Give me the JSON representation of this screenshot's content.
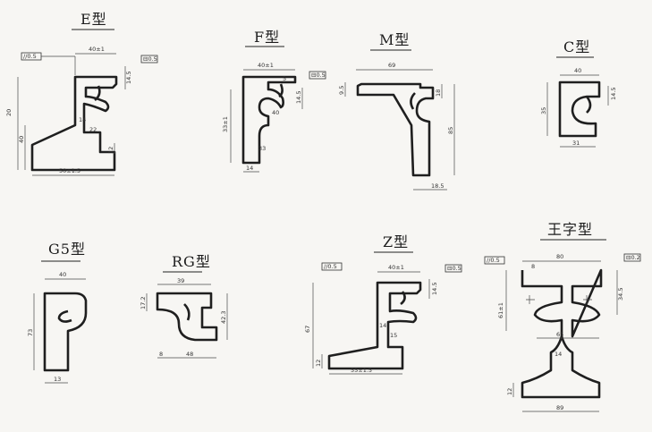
{
  "profiles": {
    "E": {
      "title": "E型",
      "dims": [
        "40±1",
        "14.5",
        "20",
        "40",
        "14",
        "22",
        "12",
        "50±1.5"
      ],
      "tags": [
        "//0.5",
        "⊟0.5"
      ]
    },
    "F": {
      "title": "F型",
      "dims": [
        "40±1",
        "5",
        "14.5",
        "33",
        "40",
        "14",
        "33±1"
      ],
      "tags": [
        "⊟0.5"
      ]
    },
    "M": {
      "title": "M型",
      "dims": [
        "69",
        "9.5",
        "18",
        "85",
        "18.5"
      ]
    },
    "C": {
      "title": "C型",
      "dims": [
        "40",
        "14.5",
        "35",
        "31"
      ]
    },
    "G5": {
      "title": "G5型",
      "dims": [
        "40",
        "73",
        "13"
      ]
    },
    "RG": {
      "title": "RG型",
      "dims": [
        "39",
        "17.2",
        "42.3",
        "8",
        "48"
      ]
    },
    "Z": {
      "title": "Z型",
      "dims": [
        "40±1",
        "14.5",
        "14",
        "15",
        "67",
        "12",
        "55±1.5"
      ],
      "tags": [
        "//0.5",
        "⊟0.5"
      ]
    },
    "WZ": {
      "title": "王字型",
      "dims": [
        "80",
        "8",
        "34.5",
        "65",
        "14",
        "61±1",
        "12",
        "89"
      ],
      "tags": [
        "//0.5",
        "⊟0.2"
      ]
    }
  }
}
